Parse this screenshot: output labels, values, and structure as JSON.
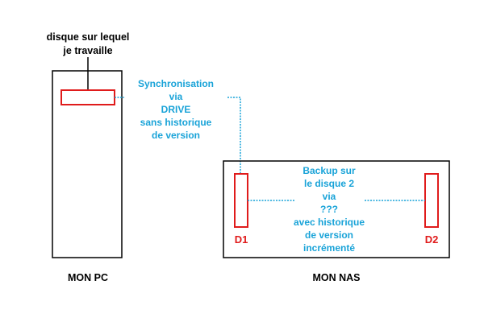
{
  "colors": {
    "outline": "#000000",
    "disk": "#e01b1b",
    "sync": "#19a3d8"
  },
  "pc": {
    "label": "MON PC",
    "disk_caption": [
      "disque sur lequel",
      "je travaille"
    ]
  },
  "nas": {
    "label": "MON NAS",
    "disk1_label": "D1",
    "disk2_label": "D2"
  },
  "sync_link": {
    "lines": [
      "Synchronisation",
      "via",
      "DRIVE",
      "sans historique",
      "de version"
    ]
  },
  "backup_link": {
    "lines": [
      "Backup sur",
      "le disque 2",
      "via",
      "???",
      "avec historique",
      "de version",
      "incrémenté"
    ]
  }
}
